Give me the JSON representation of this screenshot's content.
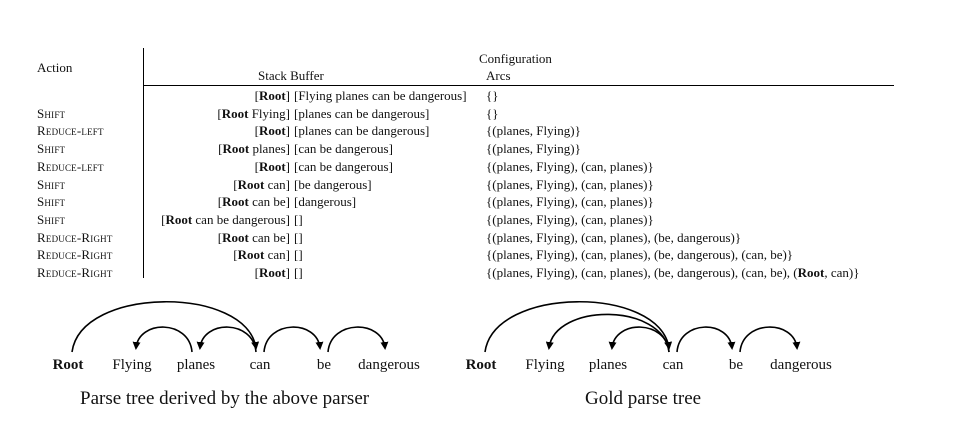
{
  "table": {
    "headers": {
      "action": "Action",
      "configuration": "Configuration",
      "stack_buffer": "Stack Buffer",
      "arcs": "Arcs"
    },
    "rows": [
      {
        "action": "",
        "stack_root": "Root",
        "stack_rest": "",
        "buffer": "[Flying planes can be dangerous]",
        "arcs_before": "{}",
        "arcs_root": "",
        "arcs_after": ""
      },
      {
        "action": "Shift",
        "stack_root": "Root",
        "stack_rest": " Flying",
        "buffer": "[planes can be dangerous]",
        "arcs_before": "{}",
        "arcs_root": "",
        "arcs_after": ""
      },
      {
        "action": "Reduce-left",
        "stack_root": "Root",
        "stack_rest": "",
        "buffer": "[planes can be dangerous]",
        "arcs_before": "{(planes, Flying)}",
        "arcs_root": "",
        "arcs_after": ""
      },
      {
        "action": "Shift",
        "stack_root": "Root",
        "stack_rest": " planes",
        "buffer": "[can be dangerous]",
        "arcs_before": "{(planes, Flying)}",
        "arcs_root": "",
        "arcs_after": ""
      },
      {
        "action": "Reduce-left",
        "stack_root": "Root",
        "stack_rest": "",
        "buffer": "[can be dangerous]",
        "arcs_before": "{(planes, Flying), (can, planes)}",
        "arcs_root": "",
        "arcs_after": ""
      },
      {
        "action": "Shift",
        "stack_root": "Root",
        "stack_rest": " can",
        "buffer": "[be dangerous]",
        "arcs_before": "{(planes, Flying), (can, planes)}",
        "arcs_root": "",
        "arcs_after": ""
      },
      {
        "action": "Shift",
        "stack_root": "Root",
        "stack_rest": " can be",
        "buffer": "[dangerous]",
        "arcs_before": "{(planes, Flying), (can, planes)}",
        "arcs_root": "",
        "arcs_after": ""
      },
      {
        "action": "Shift",
        "stack_root": "Root",
        "stack_rest": " can be dangerous",
        "buffer": "[]",
        "arcs_before": "{(planes, Flying), (can, planes)}",
        "arcs_root": "",
        "arcs_after": ""
      },
      {
        "action": "Reduce-Right",
        "stack_root": "Root",
        "stack_rest": " can be",
        "buffer": "[]",
        "arcs_before": "{(planes, Flying), (can, planes), (be, dangerous)}",
        "arcs_root": "",
        "arcs_after": ""
      },
      {
        "action": "Reduce-Right",
        "stack_root": "Root",
        "stack_rest": " can",
        "buffer": "[]",
        "arcs_before": "{(planes, Flying), (can, planes), (be, dangerous), (can, be)}",
        "arcs_root": "",
        "arcs_after": ""
      },
      {
        "action": "Reduce-Right",
        "stack_root": "Root",
        "stack_rest": "",
        "buffer": "[]",
        "arcs_before": "{(planes, Flying), (can, planes), (be, dangerous), (can, be), (",
        "arcs_root": "Root",
        "arcs_after": ", can)}"
      }
    ]
  },
  "trees": {
    "left": {
      "words": [
        "Root",
        "Flying",
        "planes",
        "can",
        "be",
        "dangerous"
      ],
      "caption": "Parse tree derived by the above parser",
      "arcs": [
        [
          "planes",
          "Flying"
        ],
        [
          "can",
          "planes"
        ],
        [
          "be",
          "dangerous"
        ],
        [
          "can",
          "be"
        ],
        [
          "Root",
          "can"
        ]
      ]
    },
    "right": {
      "words": [
        "Root",
        "Flying",
        "planes",
        "can",
        "be",
        "dangerous"
      ],
      "caption": "Gold parse tree",
      "arcs": [
        [
          "can",
          "Flying"
        ],
        [
          "can",
          "planes"
        ],
        [
          "be",
          "dangerous"
        ],
        [
          "can",
          "be"
        ],
        [
          "Root",
          "can"
        ]
      ]
    }
  }
}
